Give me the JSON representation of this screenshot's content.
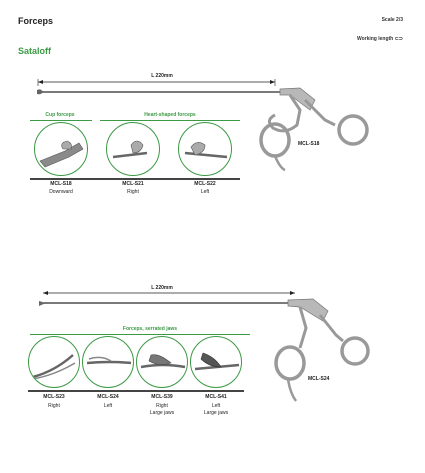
{
  "header": {
    "title": "Forceps",
    "scale": "Scale 2/3",
    "working_length": "Working length ⊂⊃"
  },
  "section": {
    "title": "Sataloff"
  },
  "top": {
    "length_label": "L 220mm",
    "instrument_code": "MCL-S18",
    "group_cup": "Cup forceps",
    "group_heart": "Heart-shaped forceps",
    "items": [
      {
        "code": "MCL-S18",
        "desc": "Downward"
      },
      {
        "code": "MCL-S21",
        "desc": "Right"
      },
      {
        "code": "MCL-S22",
        "desc": "Left"
      }
    ]
  },
  "bottom": {
    "length_label": "L 220mm",
    "instrument_code": "MCL-S24",
    "group": "Forceps, serrated jaws",
    "items": [
      {
        "code": "MCL-S23",
        "desc": "Right",
        "desc2": ""
      },
      {
        "code": "MCL-S24",
        "desc": "Left",
        "desc2": ""
      },
      {
        "code": "MCL-S39",
        "desc": "Right",
        "desc2": "Large jaws"
      },
      {
        "code": "MCL-S41",
        "desc": "Left",
        "desc2": "Large jaws"
      }
    ]
  },
  "colors": {
    "accent": "#3c9a45",
    "metal": "#9a9a9a"
  }
}
